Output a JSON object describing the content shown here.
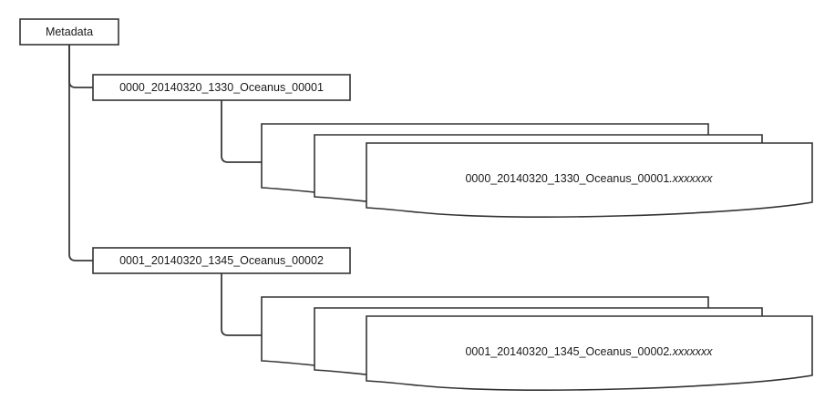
{
  "diagram": {
    "type": "tree-hierarchy-with-document-stacks",
    "root": {
      "label": "Metadata",
      "shape": "rectangle"
    },
    "groups": [
      {
        "node": {
          "label": "0000_20140320_1330_Oceanus_00001",
          "shape": "rectangle"
        },
        "documents": {
          "shape": "multi-document-stack",
          "count": 3,
          "label_base": "0000_20140320_1330_Oceanus_00001",
          "label_extension": ".xxxxxxx"
        }
      },
      {
        "node": {
          "label": "0001_20140320_1345_Oceanus_00002",
          "shape": "rectangle"
        },
        "documents": {
          "shape": "multi-document-stack",
          "count": 3,
          "label_base": "0001_20140320_1345_Oceanus_00002",
          "label_extension": ".xxxxxxx"
        }
      }
    ],
    "colors": {
      "stroke": "#333333",
      "connector": "#3a3a3a",
      "fill": "#ffffff",
      "text": "#1a1a1a"
    }
  }
}
